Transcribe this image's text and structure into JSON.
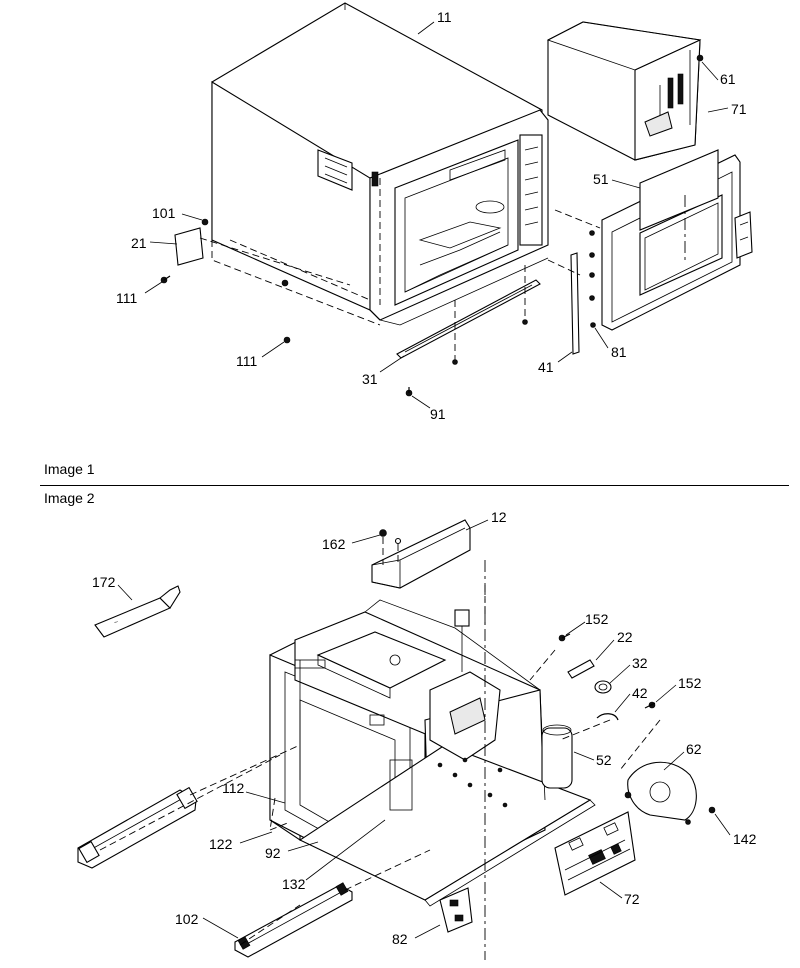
{
  "captions": {
    "image1": "Image 1",
    "image2": "Image 2"
  },
  "image1_callouts": {
    "c11": "11",
    "c61": "61",
    "c71": "71",
    "c51": "51",
    "c101": "101",
    "c21": "21",
    "c111a": "111",
    "c111b": "111",
    "c31": "31",
    "c91": "91",
    "c41": "41",
    "c81": "81"
  },
  "image2_callouts": {
    "c12": "12",
    "c162": "162",
    "c172": "172",
    "c152a": "152",
    "c22": "22",
    "c32": "32",
    "c152b": "152",
    "c42": "42",
    "c62": "62",
    "c52": "52",
    "c112": "112",
    "c122": "122",
    "c92": "92",
    "c132": "132",
    "c142": "142",
    "c72": "72",
    "c102": "102",
    "c82": "82"
  }
}
